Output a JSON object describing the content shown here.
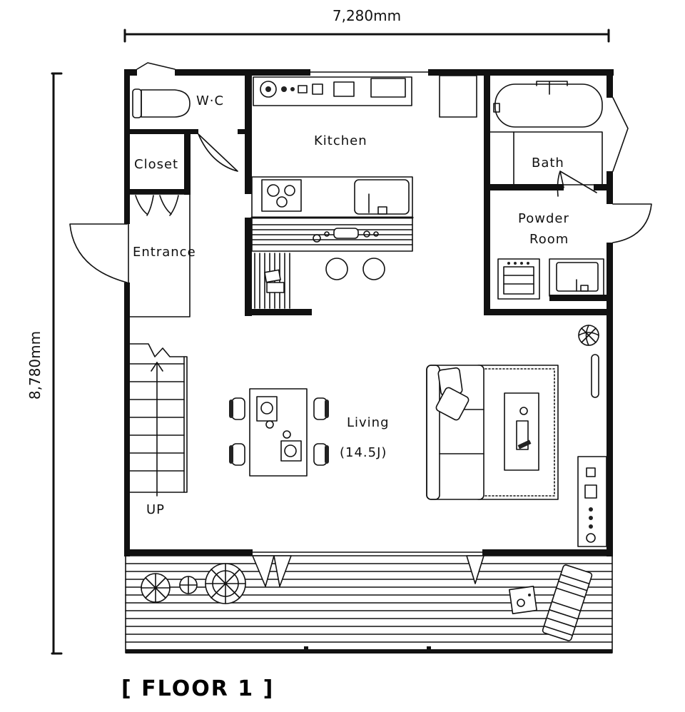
{
  "dimensions": {
    "width": "7,280mm",
    "depth": "8,780mm"
  },
  "rooms": {
    "wc": "W·C",
    "kitchen": "Kitchen",
    "bath": "Bath",
    "closet": "Closet",
    "entrance": "Entrance",
    "powder_room_line1": "Powder",
    "powder_room_line2": "Room",
    "living": "Living",
    "living_size": "(14.5J)",
    "stairs": "UP"
  },
  "floor_label": "[ FLOOR 1 ]"
}
